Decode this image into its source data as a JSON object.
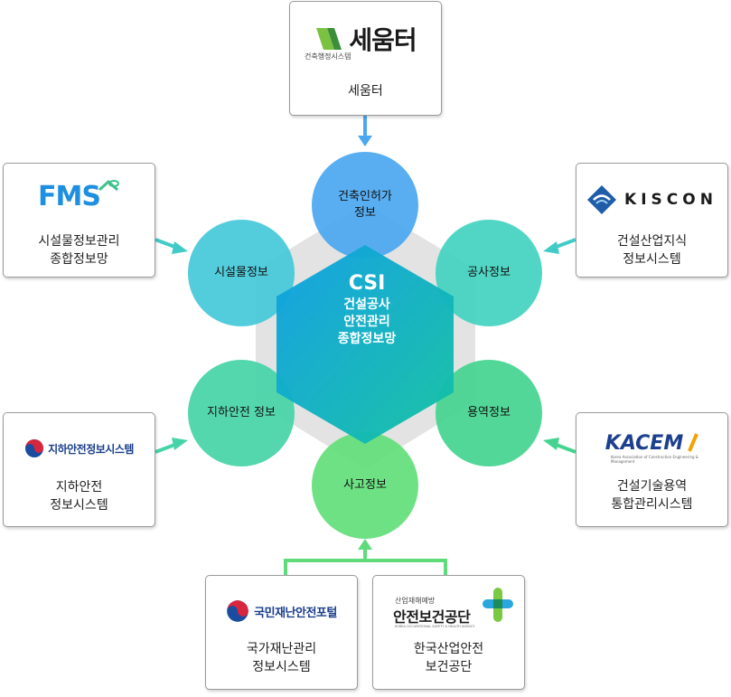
{
  "center": {
    "title": "CSI",
    "subtitle": "건설공사\n안전관리\n종합정보망"
  },
  "circles": {
    "permit": "건축인허가\n정보",
    "construction": "공사정보",
    "service": "용역정보",
    "accident": "사고정보",
    "underground": "지하안전 정보",
    "facility": "시설물정보"
  },
  "systems": {
    "seumter": {
      "logo_main": "세움터",
      "logo_sub": "건축행정시스템",
      "label": "세움터"
    },
    "kiscon": {
      "logo_text": "KISCON",
      "label": "건설산업지식\n정보시스템"
    },
    "kacem": {
      "logo_text": "KACEM",
      "logo_sub": "Korea Association of Construction Engineering & Management",
      "label": "건설기술용역\n통합관리시스템"
    },
    "fms": {
      "logo_text": "FMS",
      "label": "시설물정보관리\n종합정보망"
    },
    "underground": {
      "logo_text": "지하안전정보시스템",
      "label": "지하안전\n정보시스템"
    },
    "disaster": {
      "logo_text": "국민재난안전포털",
      "label": "국가재난관리\n정보시스템"
    },
    "kosha": {
      "logo_top": "산업재해예방",
      "logo_main": "안전보건공단",
      "logo_sub": "KOREA OCCUPATIONAL SAFETY & HEALTH AGENCY",
      "label": "한국산업안전\n보건공단"
    }
  },
  "colors": {
    "hexagon_outer": "#e3e3e3",
    "center_start": "#13a3e2",
    "center_end": "#14c1a4",
    "permit": "#4aa7f0",
    "construction": "#42d3c0",
    "service": "#43d48f",
    "accident": "#62de79",
    "underground": "#46d4a7",
    "facility": "#44c8d9",
    "arrow_blue": "#4aa7f0",
    "arrow_teal": "#41cbc7",
    "arrow_green": "#5fdb7b"
  }
}
